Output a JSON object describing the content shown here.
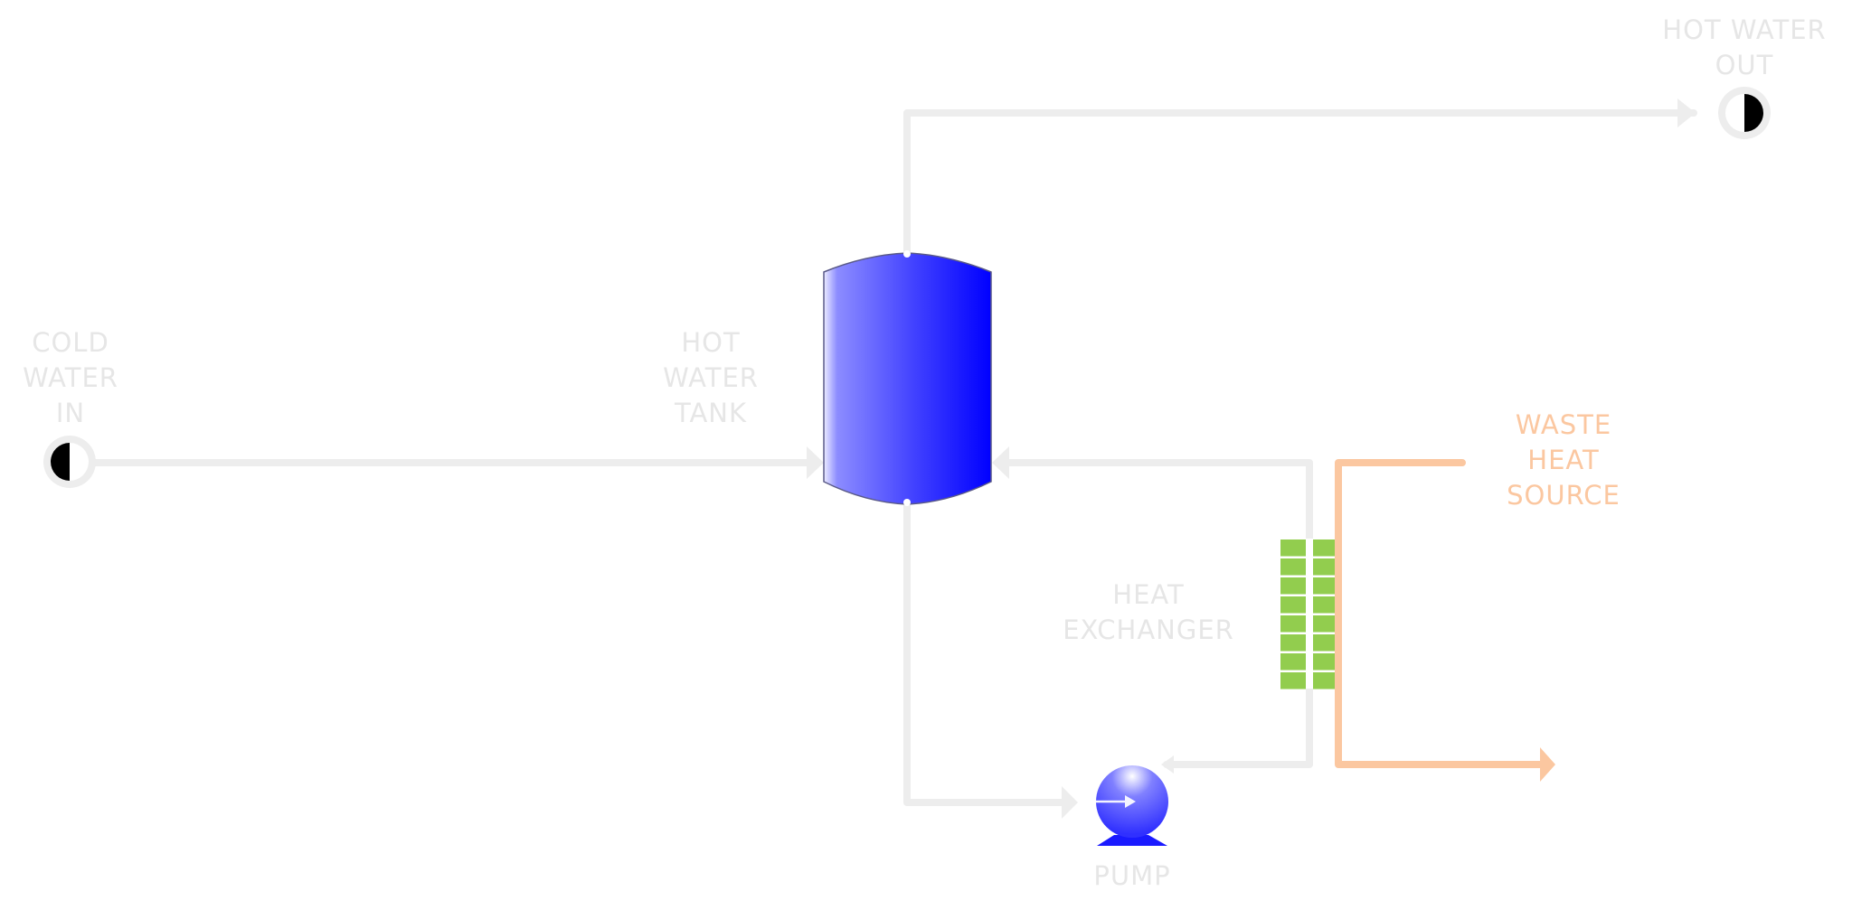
{
  "labels": {
    "cold_water_in": [
      "COLD",
      "WATER",
      "IN"
    ],
    "hot_water_tank": [
      "HOT",
      "WATER",
      "TANK"
    ],
    "hot_water_out": [
      "HOT WATER",
      "OUT"
    ],
    "waste_heat_source": [
      "WASTE",
      "HEAT",
      "SOURCE"
    ],
    "heat_exchanger": [
      "HEAT",
      "EXCHANGER"
    ],
    "pump": [
      "PUMP"
    ]
  },
  "colors": {
    "pipe": "#ededed",
    "label": "#e6e6e6",
    "waste_heat": "#fbc7a0",
    "tank_dark": "#0000ff",
    "tank_light": "#e8e8ff",
    "exchanger": "#92cd4e",
    "pump_base": "#1a1aff"
  }
}
